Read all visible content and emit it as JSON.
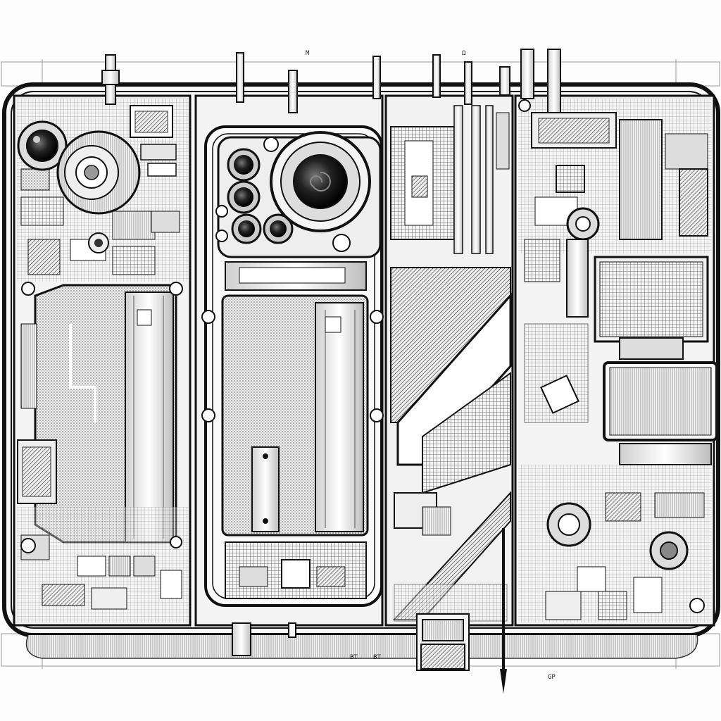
{
  "colors": {
    "ink": "#111111",
    "paper": "#fdfdfd",
    "midtone": "#9a9a9a",
    "light": "#e6e6e6",
    "dark": "#2a2a2a"
  },
  "marks": {
    "top_1": "M",
    "top_2": "Ω",
    "bottom_1": "BT",
    "bottom_2": "BT",
    "bottom_3": "GP"
  }
}
